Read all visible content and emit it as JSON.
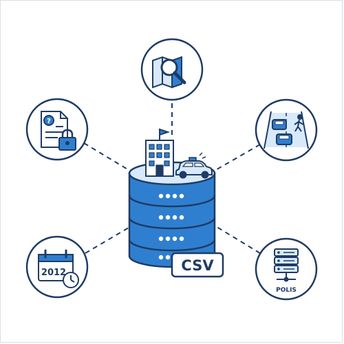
{
  "colors": {
    "navy": "#1f3b64",
    "blue": "#2f7fd0",
    "blue_dark": "#1d5fa8",
    "blue_light": "#d7e9fa",
    "white": "#ffffff"
  },
  "center": {
    "label": "CSV",
    "icon": "database-icon"
  },
  "nodes": {
    "top": {
      "icon": "map-search-icon"
    },
    "top_left": {
      "icon": "locked-document-icon"
    },
    "top_right": {
      "icon": "road-traffic-icon"
    },
    "bottom_left": {
      "icon": "calendar-clock-icon",
      "year": "2012"
    },
    "bottom_right": {
      "icon": "server-icon",
      "label": "POLIS"
    }
  }
}
